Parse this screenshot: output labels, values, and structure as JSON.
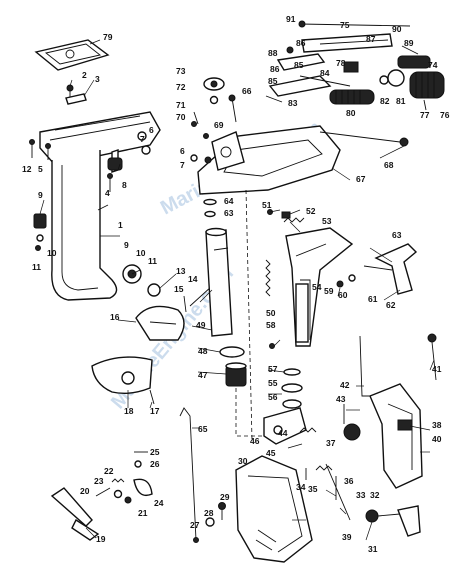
{
  "watermark": "MarineEngine.com",
  "callouts": [
    "1",
    "2",
    "3",
    "4",
    "5",
    "6",
    "7",
    "8",
    "9",
    "10",
    "11",
    "12",
    "13",
    "14",
    "15",
    "16",
    "17",
    "18",
    "19",
    "20",
    "21",
    "22",
    "23",
    "24",
    "25",
    "26",
    "27",
    "28",
    "29",
    "30",
    "31",
    "32",
    "33",
    "34",
    "35",
    "36",
    "37",
    "38",
    "39",
    "40",
    "41",
    "42",
    "43",
    "44",
    "45",
    "46",
    "47",
    "48",
    "49",
    "50",
    "51",
    "52",
    "53",
    "54",
    "55",
    "56",
    "57",
    "58",
    "59",
    "60",
    "61",
    "62",
    "63",
    "64",
    "65",
    "66",
    "67",
    "68",
    "69",
    "70",
    "71",
    "72",
    "73",
    "74",
    "75",
    "76",
    "77",
    "78",
    "79",
    "80",
    "81",
    "82",
    "83",
    "84",
    "85",
    "86",
    "87",
    "88",
    "89",
    "90",
    "91"
  ]
}
